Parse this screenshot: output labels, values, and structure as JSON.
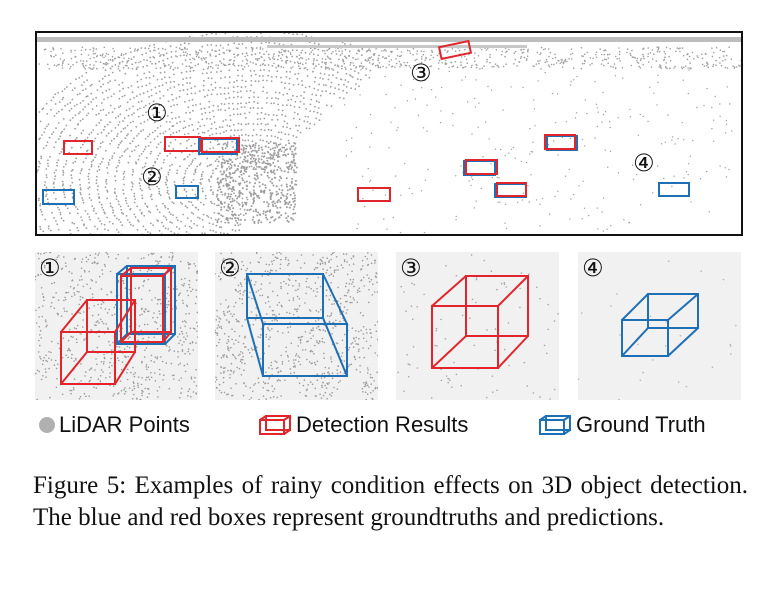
{
  "markers": {
    "m1": "①",
    "m2": "②",
    "m3": "③",
    "m4": "④"
  },
  "colors": {
    "detection": "#e0262c",
    "ground_truth": "#1f6fb5",
    "lidar": "#9e9e9e",
    "zoom_background": "#f1f1f1"
  },
  "legend": {
    "lidar_label": "LiDAR Points",
    "detection_label": "Detection Results",
    "ground_truth_label": "Ground Truth"
  },
  "caption": {
    "text": "Figure 5: Examples of rainy condition effects on 3D object detection. The blue and red boxes represent groundtruths and predictions."
  }
}
